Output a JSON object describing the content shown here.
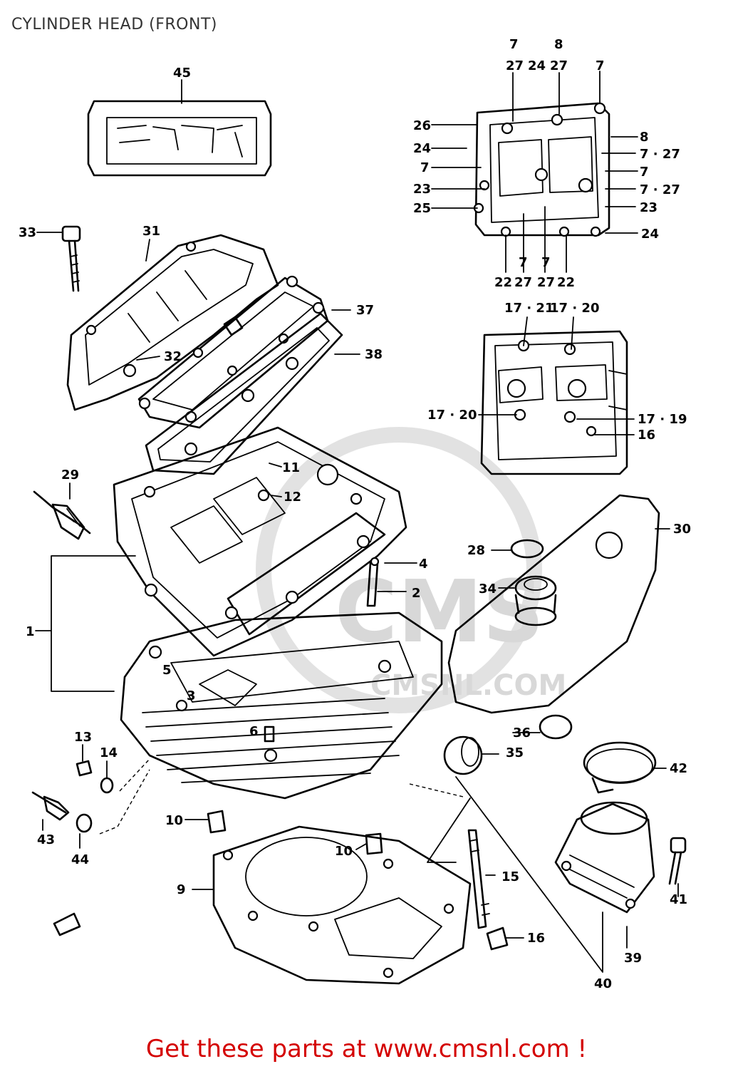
{
  "title": "CYLINDER HEAD (FRONT)",
  "footer": "Get these parts at www.cmsnl.com !",
  "watermark": "CMS",
  "watermark_sub": "CMSNL.COM",
  "colors": {
    "footer": "#d40000",
    "lines": "#000000",
    "watermark": "#d8d8d8"
  },
  "callouts": {
    "c1": "1",
    "c2": "2",
    "c3": "3",
    "c4": "4",
    "c5": "5",
    "c6": "6",
    "c9": "9",
    "c10a": "10",
    "c10b": "10",
    "c11": "11",
    "c12": "12",
    "c13": "13",
    "c14": "14",
    "c15": "15",
    "c16a": "16",
    "c16b": "16",
    "c17_21": "17 · 21",
    "c17_20a": "17 · 20",
    "c17_20b": "17 · 20",
    "c17_19": "17 · 19",
    "c7a": "7",
    "c27a": "27",
    "c8a": "8",
    "c27b": "27",
    "c24a": "24",
    "c7b": "7",
    "c26": "26",
    "c8b": "8",
    "c24b": "24",
    "c7_27a": "7 · 27",
    "c7c": "7",
    "c7d": "7",
    "c23a": "23",
    "c7_27b": "7 · 27",
    "c25": "25",
    "c23b": "23",
    "c24c": "24",
    "c7e": "7",
    "c7f": "7",
    "c22a": "22",
    "c27c": "27",
    "c27d": "27",
    "c22b": "22",
    "c28": "28",
    "c29": "29",
    "c30": "30",
    "c31": "31",
    "c32": "32",
    "c33": "33",
    "c34": "34",
    "c35": "35",
    "c36": "36",
    "c37": "37",
    "c38": "38",
    "c39": "39",
    "c40": "40",
    "c41": "41",
    "c42": "42",
    "c43": "43",
    "c44": "44",
    "c45": "45"
  }
}
